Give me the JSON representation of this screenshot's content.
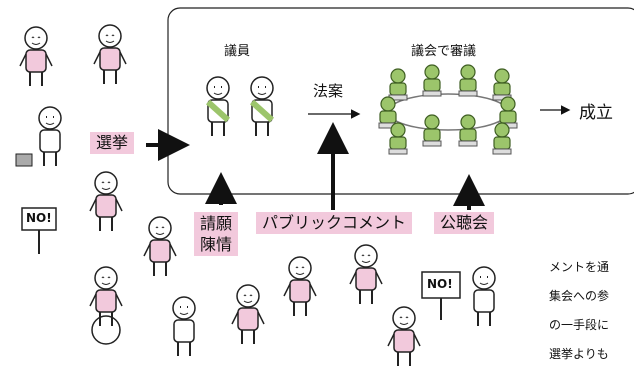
{
  "labels": {
    "legislators": "議員",
    "deliberation": "議会で審議",
    "bill": "法案",
    "enactment": "成立",
    "election": "選挙",
    "petition_line1": "請願",
    "petition_line2": "陳情",
    "public_comment": "パブリックコメント",
    "public_hearing": "公聴会",
    "no_sign_1": "NO!",
    "no_sign_2": "NO!"
  },
  "side_text": [
    "メントを通",
    "集会への参",
    "の一手段に",
    "選挙よりも"
  ],
  "colors": {
    "pink": "#f2c9dc",
    "green": "#9cc56b",
    "arrow": "#111111",
    "frame": "#222222"
  }
}
